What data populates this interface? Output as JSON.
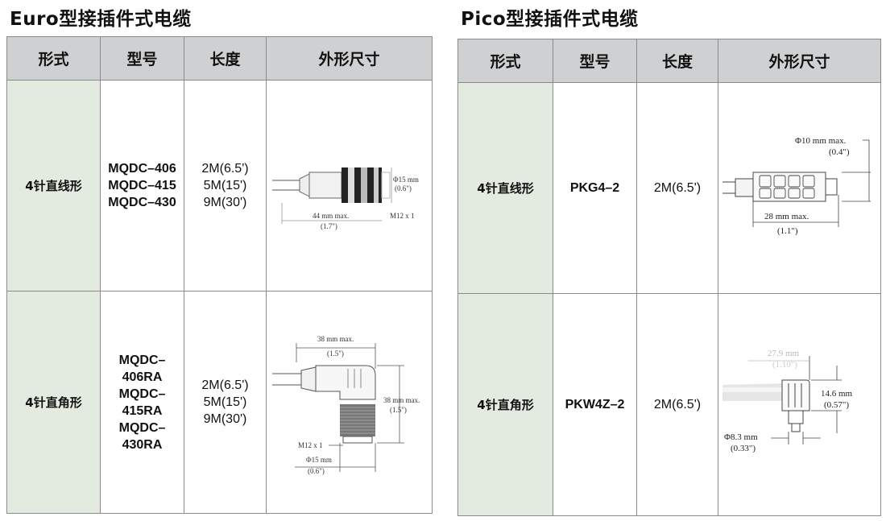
{
  "euro": {
    "title": "Euro型接插件式电缆",
    "headers": [
      "形式",
      "型号",
      "长度",
      "外形尺寸"
    ],
    "rows": [
      {
        "form": "4针直线形",
        "models": [
          "MQDC–406",
          "MQDC–415",
          "MQDC–430"
        ],
        "lengths": [
          "2M(6.5')",
          "5M(15')",
          "9M(30')"
        ],
        "drawing": {
          "diameter": "Φ15 mm",
          "diameter_in": "(0.6\")",
          "length": "44 mm max.",
          "length_in": "(1.7\")",
          "thread": "M12 x 1"
        }
      },
      {
        "form": "4针直角形",
        "models": [
          "MQDC–",
          "406RA",
          "MQDC–",
          "415RA",
          "MQDC–",
          "430RA"
        ],
        "lengths": [
          "2M(6.5')",
          "5M(15')",
          "9M(30')"
        ],
        "drawing": {
          "width": "38 mm max.",
          "width_in": "(1.5\")",
          "height": "38 mm max.",
          "height_in": "(1.5\")",
          "thread": "M12 x 1",
          "diameter": "Φ15 mm",
          "diameter_in": "(0.6\")"
        }
      }
    ]
  },
  "pico": {
    "title": "Pico型接插件式电缆",
    "headers": [
      "形式",
      "型号",
      "长度",
      "外形尺寸"
    ],
    "rows": [
      {
        "form": "4针直线形",
        "models": [
          "PKG4–2"
        ],
        "lengths": [
          "2M(6.5')"
        ],
        "drawing": {
          "diameter": "Φ10 mm max.",
          "diameter_in": "(0.4\")",
          "length": "28 mm max.",
          "length_in": "(1.1\")"
        }
      },
      {
        "form": "4针直角形",
        "models": [
          "PKW4Z–2"
        ],
        "lengths": [
          "2M(6.5')"
        ],
        "drawing": {
          "width": "27.9 mm",
          "width_in": "(1.10\")",
          "height": "14.6 mm",
          "height_in": "(0.57\")",
          "diameter": "Φ8.3 mm",
          "diameter_in": "(0.33\")"
        }
      }
    ]
  }
}
